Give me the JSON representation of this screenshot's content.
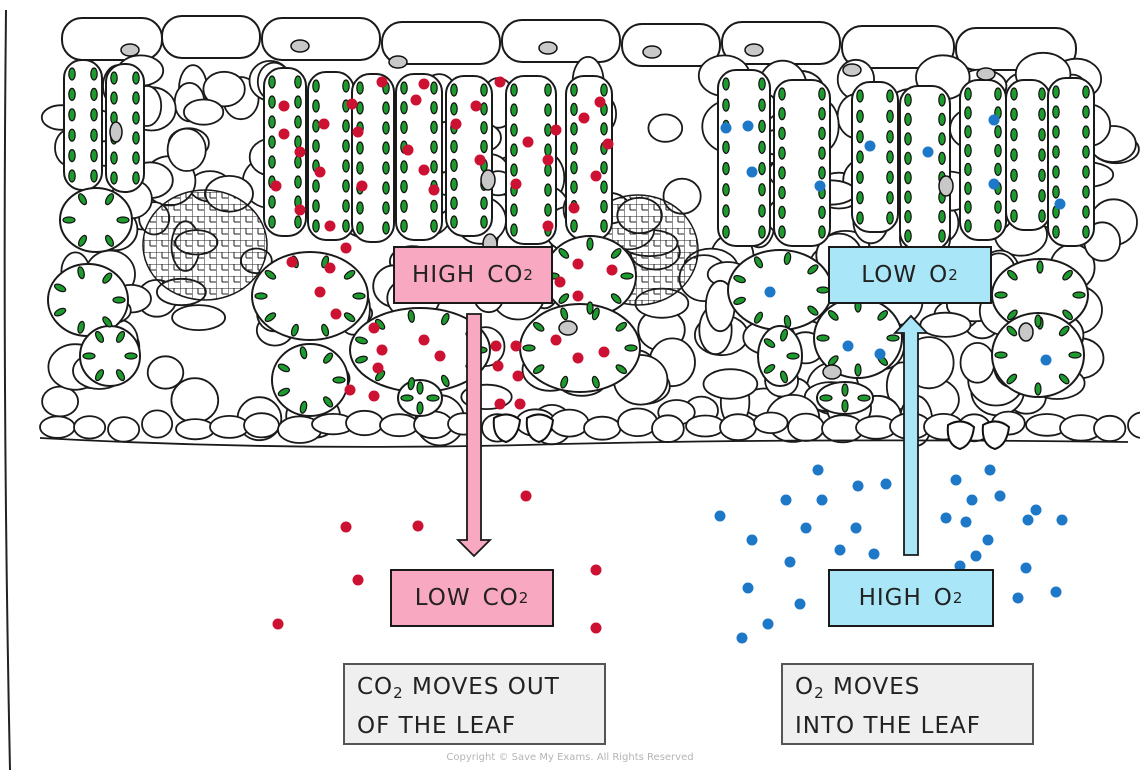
{
  "labels": {
    "high_co2": {
      "word": "HIGH",
      "chem": "CO",
      "sub": "2"
    },
    "low_co2": {
      "word": "LOW",
      "chem": "CO",
      "sub": "2"
    },
    "low_o2": {
      "word": "LOW",
      "chem": "O",
      "sub": "2"
    },
    "high_o2": {
      "word": "HIGH",
      "chem": "O",
      "sub": "2"
    }
  },
  "captions": {
    "co2": {
      "chem": "CO",
      "sub": "2",
      "line1_rest": "MOVES OUT",
      "line2": "OF THE LEAF"
    },
    "o2": {
      "chem": "O",
      "sub": "2",
      "line1_rest": "MOVES",
      "line2": "INTO THE LEAF"
    }
  },
  "copyright": "Copyright © Save My Exams. All Rights Reserved",
  "colors": {
    "co2_dot": "#cc1133",
    "o2_dot": "#1e78c8",
    "chloroplast": "#1f9a2e",
    "nucleus": "#c8c8c8",
    "co2_box": "#f9a8c2",
    "o2_box": "#a9e6f7"
  }
}
